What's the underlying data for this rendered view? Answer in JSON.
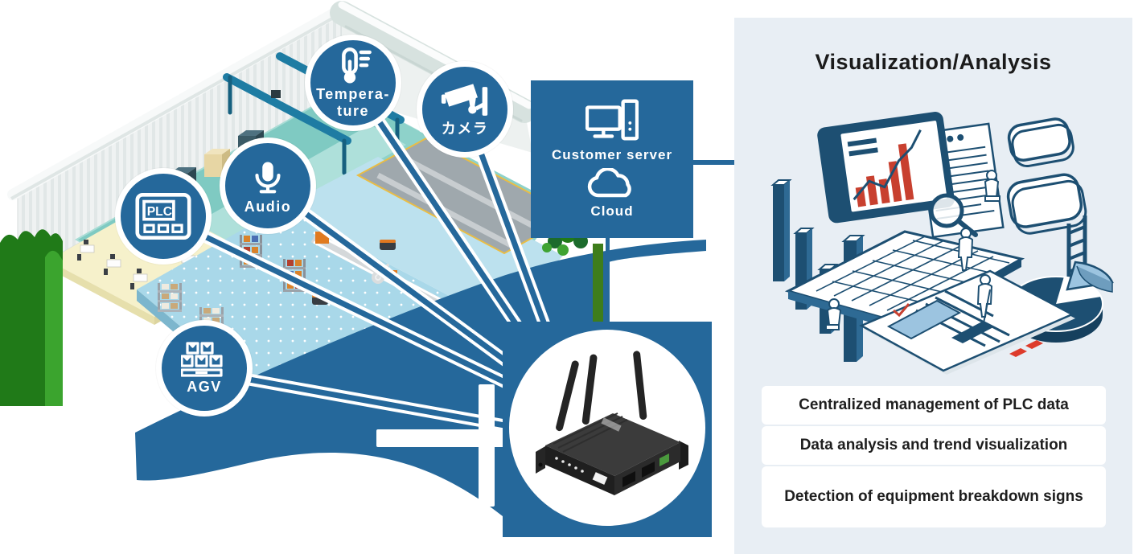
{
  "colors": {
    "primary_blue": "#25689B",
    "panel_background": "#E8EEF4",
    "illustration_navy": "#1D4F72",
    "illustration_red": "#C8402F",
    "illustration_lightblue": "#9CC4E0",
    "tree_dark_green": "#207A18",
    "tree_light_green": "#3BA42E",
    "factory_teal_floor": "#7FCAC2",
    "warehouse_blue_floor": "#A9D8E9",
    "office_yellow_floor": "#F6F1CB"
  },
  "sensors": [
    {
      "id": "temperature",
      "label_line1": "Tempera-",
      "label_line2": "ture",
      "icon": "thermometer-icon"
    },
    {
      "id": "camera",
      "label": "カメラ",
      "icon": "cctv-camera-icon"
    },
    {
      "id": "audio",
      "label": "Audio",
      "icon": "microphone-icon"
    },
    {
      "id": "plc",
      "icon_text": "PLC",
      "icon": "plc-panel-icon"
    },
    {
      "id": "agv",
      "label": "AGV",
      "icon": "conveyor-boxes-icon"
    }
  ],
  "hub": {
    "server_label": "Customer server",
    "cloud_label": "Cloud"
  },
  "router": {
    "name": "IoT gateway router",
    "antennas": 3
  },
  "panel": {
    "title": "Visualization/Analysis",
    "features": [
      "Centralized management of PLC data",
      "Data analysis and trend visualization",
      "Detection of equipment breakdown signs"
    ]
  }
}
